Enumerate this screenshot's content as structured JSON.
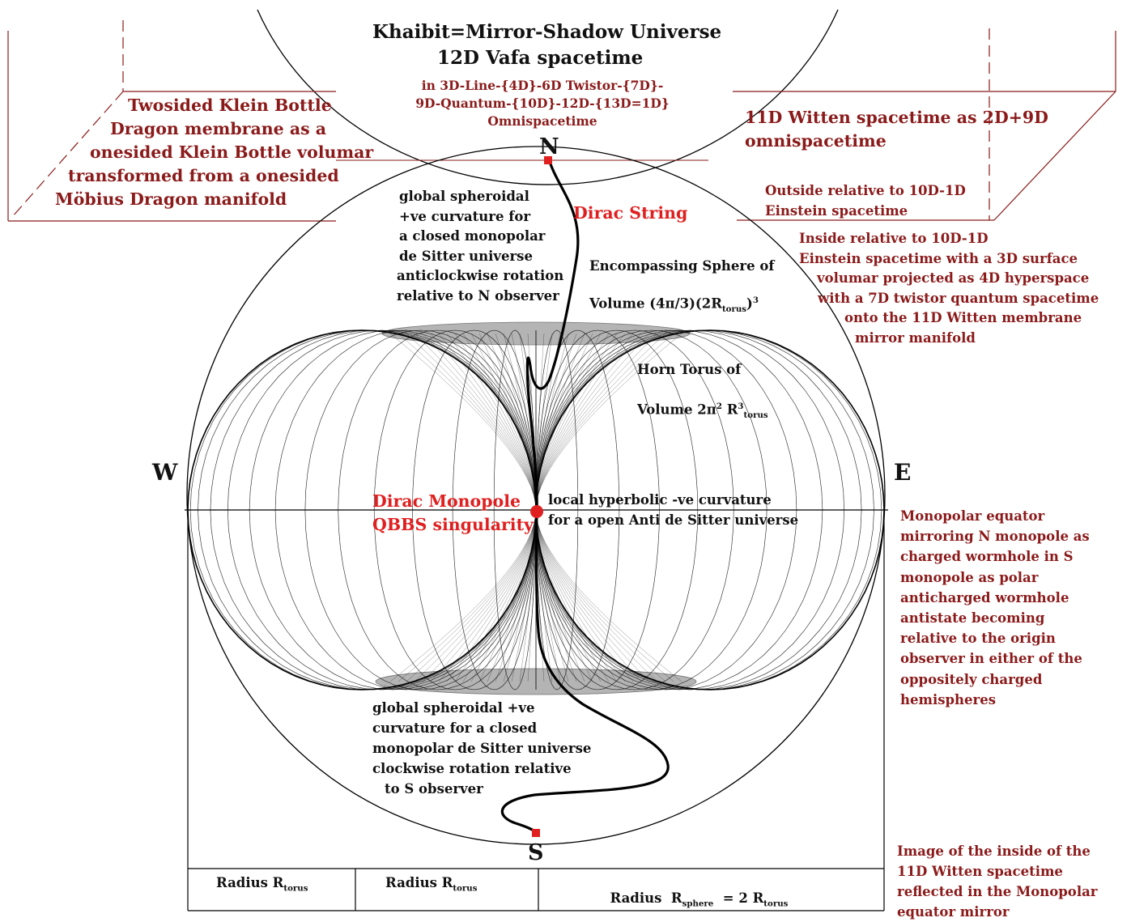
{
  "title": {
    "line1": "Khaibit=Mirror-Shadow Universe",
    "line2": "12D Vafa spacetime",
    "sub": [
      "in 3D-Line-{4D}-6D Twistor-{7D}-",
      "9D-Quantum-{10D}-12D-{13D=1D}",
      "Omnispacetime"
    ]
  },
  "left_box": [
    "Twosided Klein Bottle",
    "Dragon membrane as a",
    "onesided Klein Bottle volumar",
    "transformed from a onesided",
    "Möbius Dragon manifold"
  ],
  "right_box": {
    "main": [
      "11D Witten spacetime as 2D+9D",
      "omnispacetime"
    ],
    "outside": [
      "Outside relative to 10D-1D",
      "Einstein spacetime"
    ]
  },
  "inside_text": [
    "Inside relative to 10D-1D",
    "Einstein spacetime  with a 3D surface",
    "volumar projected as 4D hyperspace",
    "with a 7D twistor quantum spacetime",
    "onto the 11D Witten membrane",
    "mirror  manifold"
  ],
  "compass": {
    "n": "N",
    "s": "S",
    "w": "W",
    "e": "E"
  },
  "dirac_string": "Dirac String",
  "north_curv": [
    "global spheroidal",
    "+ve curvature for",
    "a closed monopolar",
    "de Sitter universe",
    "anticlockwise rotation",
    "relative to N observer"
  ],
  "sphere": {
    "line1": "Encompassing Sphere of",
    "vol_prefix": "Volume (4π/3)(2R",
    "vol_sub": "torus",
    "vol_close": ")",
    "vol_sup": "3"
  },
  "torus": {
    "line1": "Horn Torus of",
    "vol_prefix": "Volume 2π",
    "vol_sup2": "2",
    "vol_r": " R",
    "vol_sup3": "3",
    "vol_sub": "torus"
  },
  "monopole": [
    "Dirac Monopole",
    "QBBS singularity"
  ],
  "local_curv": [
    "local  hyperbolic -ve curvature",
    "for a open Anti de Sitter universe"
  ],
  "equator_text": [
    "Monopolar equator",
    "mirroring N monopole as",
    "charged wormhole in S",
    "monopole as polar",
    "anticharged wormhole",
    "antistate becoming",
    "relative to the origin",
    "observer in either of the",
    "oppositely charged",
    "hemispheres"
  ],
  "south_curv": [
    "global spheroidal +ve",
    "curvature for a closed",
    "monopolar de Sitter universe",
    "clockwise rotation relative",
    "to S observer"
  ],
  "radius": {
    "c1": "Radius R",
    "c1_sub": "torus",
    "c2": "Radius R",
    "c2_sub": "torus",
    "c3a": "Radius  R",
    "c3_sub": "sphere",
    "c3b": "  = 2 R",
    "c3_sub2": "torus"
  },
  "image_text": [
    "Image of the inside of the",
    "11D Witten spacetime",
    "reflected in the Monopolar",
    "equator mirror"
  ],
  "colors": {
    "black": "#111111",
    "dark_red": "#8b1a1a",
    "red": "#e02020",
    "disk": "#b4b4b4"
  }
}
